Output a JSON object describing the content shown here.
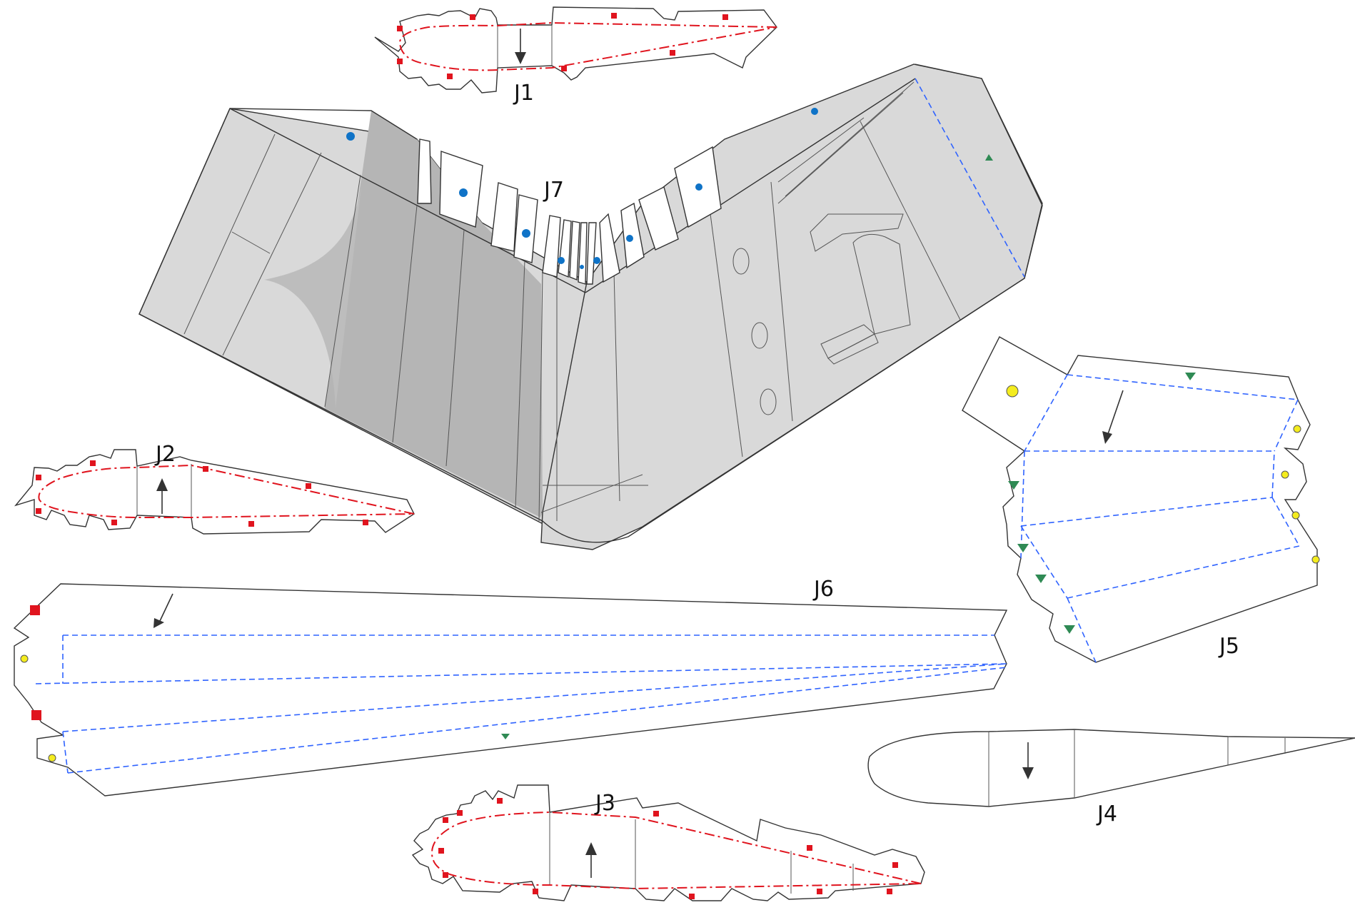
{
  "parts": [
    {
      "id": "J1",
      "label": "J1"
    },
    {
      "id": "J2",
      "label": "J2"
    },
    {
      "id": "J3",
      "label": "J3"
    },
    {
      "id": "J4",
      "label": "J4"
    },
    {
      "id": "J5",
      "label": "J5"
    },
    {
      "id": "J6",
      "label": "J6"
    },
    {
      "id": "J7",
      "label": "J7"
    }
  ],
  "colors": {
    "glue_square": "#e0141e",
    "glue_circle": "#f4ec1e",
    "marker_dot": "#0f73c7",
    "marker_triangle": "#2f8a54",
    "fold_line_blue": "#2f63ff",
    "cut_line_red": "#e0141e",
    "wing_light": "#d8d8d8",
    "wing_dark": "#b3b3b3"
  }
}
